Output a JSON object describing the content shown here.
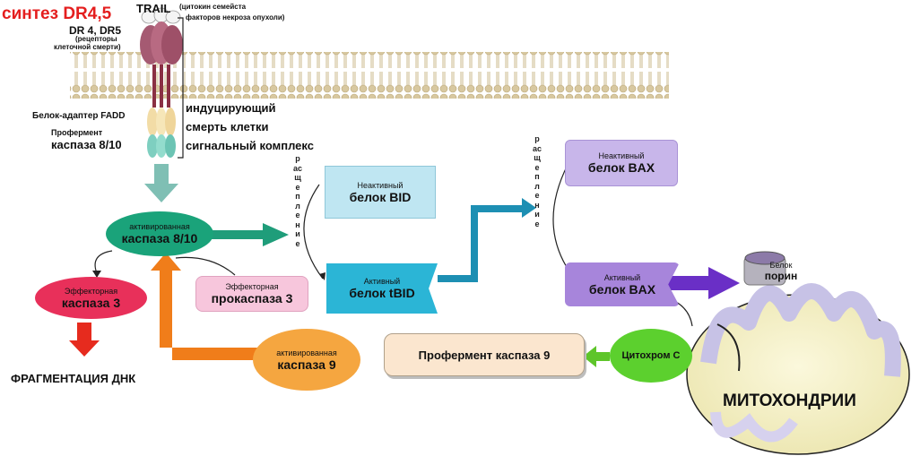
{
  "receptor": {
    "synth_label": "синтез DR4,5",
    "trail": "TRAIL",
    "trail_desc_1": "(цитокин семейста",
    "trail_desc_2": "факторов некроза опухоли)",
    "dr_label": "DR 4, DR5",
    "dr_desc_1": "(рецепторы",
    "dr_desc_2": "клеточной смерти)",
    "adapter": "Белок-адаптер FADD",
    "proenzyme_1": "Профермент",
    "proenzyme_2": "каспаза 8/10",
    "disc_1": "индуцирующий",
    "disc_2": "смерть клетки",
    "disc_3": "сигнальный комплекс"
  },
  "casp8": {
    "small": "активированная",
    "big": "каспаза 8/10"
  },
  "eff3": {
    "small": "Эффекторная",
    "big": "каспаза 3"
  },
  "procasp3": {
    "small": "Эффекторная",
    "big": "прокаспаза 3"
  },
  "fragment": "ФРАГМЕНТАЦИЯ ДНК",
  "casp9": {
    "small": "активированная",
    "big": "каспаза 9"
  },
  "bid": {
    "small": "Неактивный",
    "big": "белок BID"
  },
  "tbid": {
    "small": "Активный",
    "big": "белок tBID"
  },
  "bax_in": {
    "small": "Неактивный",
    "big": "белок BAX"
  },
  "bax_act": {
    "small": "Активный",
    "big": "белок BAX"
  },
  "cleavage": "расщепление",
  "porin": {
    "small": "Белок",
    "big": "порин"
  },
  "procasp9": "Профермент каспаза 9",
  "cytc": "Цитохром С",
  "mito": "МИТОХОНДРИИ",
  "colors": {
    "casp8": "#1aa37a",
    "arrow_teal": "#1f9d7a",
    "eff3": "#e8305a",
    "red_arrow": "#e62b1e",
    "procasp3": "#f7c6dc",
    "casp9": "#f5a640",
    "orange_arrow": "#f07d1a",
    "bid": "#bfe6f2",
    "tbid": "#2bb5d6",
    "blue_arrow": "#1d8fb3",
    "bax_in": "#c8b6ea",
    "bax_act": "#a785db",
    "purple_arrow": "#6a2fc6",
    "procasp9": "#fbe6cf",
    "cytc": "#5cd02e",
    "green_arrow": "#5ec52a",
    "mito": "#f4f0c2",
    "synth": "#e41e1e"
  }
}
